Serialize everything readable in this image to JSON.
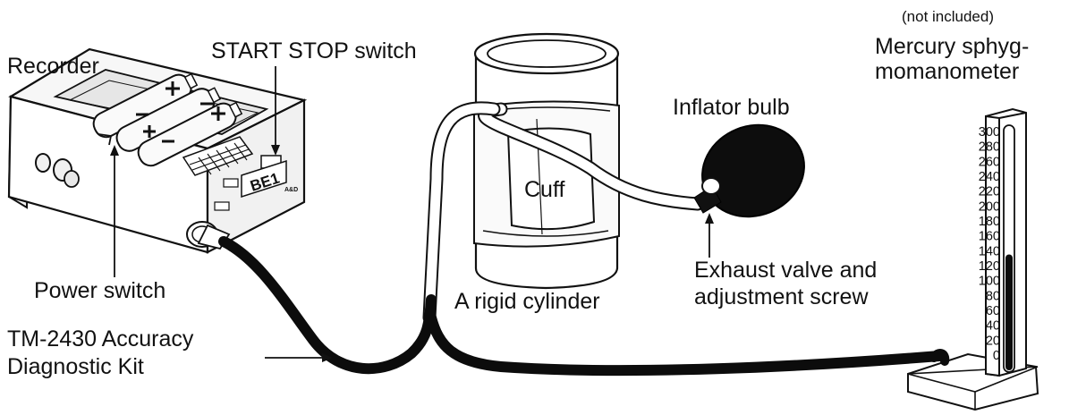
{
  "labels": {
    "recorder": "Recorder",
    "start_stop_switch": "START STOP switch",
    "power_switch": "Power switch",
    "kit_line1": "TM-2430 Accuracy",
    "kit_line2": "Diagnostic Kit",
    "cuff": "Cuff",
    "rigid_cylinder": "A rigid cylinder",
    "inflator_bulb": "Inflator bulb",
    "exhaust_line1": "Exhaust valve and",
    "exhaust_line2": "adjustment  screw",
    "not_included": "(not included)",
    "mercury_line1": "Mercury sphyg-",
    "mercury_line2": "momanometer"
  },
  "manometer_scale": [
    "300",
    "280",
    "260",
    "240",
    "220",
    "200",
    "180",
    "160",
    "140",
    "120",
    "100",
    "80",
    "60",
    "40",
    "20",
    "0"
  ],
  "manometer_reading": 135,
  "manometer_max": 300,
  "recorder_display": "BE1",
  "recorder_brand": "A&D"
}
